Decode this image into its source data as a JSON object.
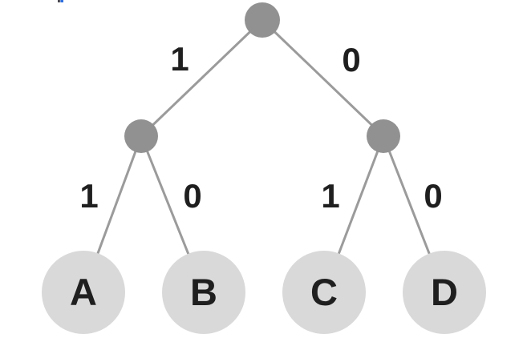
{
  "colors": {
    "background": "#ffffff",
    "edge": "#9b9b9b",
    "internal_node_fill": "#919191",
    "leaf_node_fill": "#d9d9d9",
    "label_text": "#1f1f1f"
  },
  "tree": {
    "type": "binary-tree",
    "edges": [
      {
        "from": "root",
        "to": "internal-left",
        "label": "1"
      },
      {
        "from": "root",
        "to": "internal-right",
        "label": "0"
      },
      {
        "from": "internal-left",
        "to": "leaf-a",
        "label": "1"
      },
      {
        "from": "internal-left",
        "to": "leaf-b",
        "label": "0"
      },
      {
        "from": "internal-right",
        "to": "leaf-c",
        "label": "1"
      },
      {
        "from": "internal-right",
        "to": "leaf-d",
        "label": "0"
      }
    ],
    "leaves": [
      {
        "label": "A"
      },
      {
        "label": "B"
      },
      {
        "label": "C"
      },
      {
        "label": "D"
      }
    ]
  }
}
